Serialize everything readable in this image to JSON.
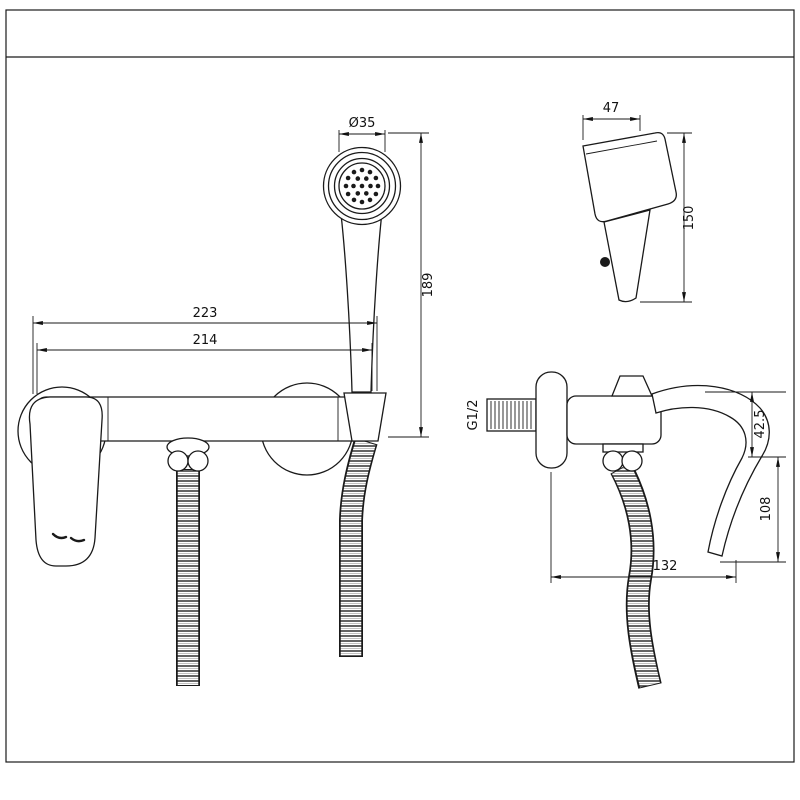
{
  "drawing": {
    "front_view": {
      "dim_head_diameter": "Ø35",
      "dim_total_height": "189",
      "dim_width_overall": "223",
      "dim_width_inner": "214"
    },
    "side_view": {
      "dim_head_width": "47",
      "dim_sprayer_height": "150",
      "dim_inlet_thread": "G1/2",
      "dim_body_offset": "42.5",
      "dim_handle_height": "108",
      "dim_depth": "132"
    }
  }
}
